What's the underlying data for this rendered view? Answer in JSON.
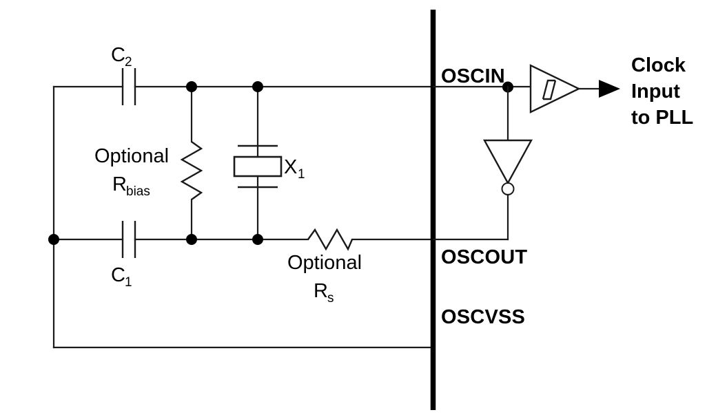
{
  "diagram": {
    "title": "Crystal oscillator circuit connected to OSCIN / OSCOUT / OSCVSS",
    "colors": {
      "wire": "#1a1a1a",
      "bar": "#000000",
      "background": "#ffffff",
      "node": "#000000"
    },
    "labels": {
      "c2": "C",
      "c2_sub": "2",
      "c1": "C",
      "c1_sub": "1",
      "optional_rbias_line1": "Optional",
      "optional_rbias_line2": "R",
      "optional_rbias_sub": "bias",
      "optional_rs_line1": "Optional",
      "optional_rs_line2": "R",
      "optional_rs_sub": "s",
      "crystal": "X",
      "crystal_sub": "1",
      "oscin": "OSCIN",
      "oscout": "OSCOUT",
      "oscvss": "OSCVSS",
      "clock_line1": "Clock",
      "clock_line2": "Input",
      "clock_line3": "to PLL"
    },
    "components": [
      {
        "name": "capacitor-c2",
        "type": "capacitor",
        "designator": "C2"
      },
      {
        "name": "capacitor-c1",
        "type": "capacitor",
        "designator": "C1"
      },
      {
        "name": "resistor-rbias",
        "type": "resistor",
        "designator": "Rbias",
        "note": "Optional"
      },
      {
        "name": "resistor-rs",
        "type": "resistor",
        "designator": "Rs",
        "note": "Optional"
      },
      {
        "name": "crystal-x1",
        "type": "crystal",
        "designator": "X1"
      },
      {
        "name": "schmitt-buffer",
        "type": "schmitt-trigger-buffer"
      },
      {
        "name": "inverter",
        "type": "inverting-amplifier"
      }
    ],
    "pins": [
      {
        "name": "oscin-pin",
        "label": "OSCIN"
      },
      {
        "name": "oscout-pin",
        "label": "OSCOUT"
      },
      {
        "name": "oscvss-pin",
        "label": "OSCVSS"
      }
    ]
  }
}
